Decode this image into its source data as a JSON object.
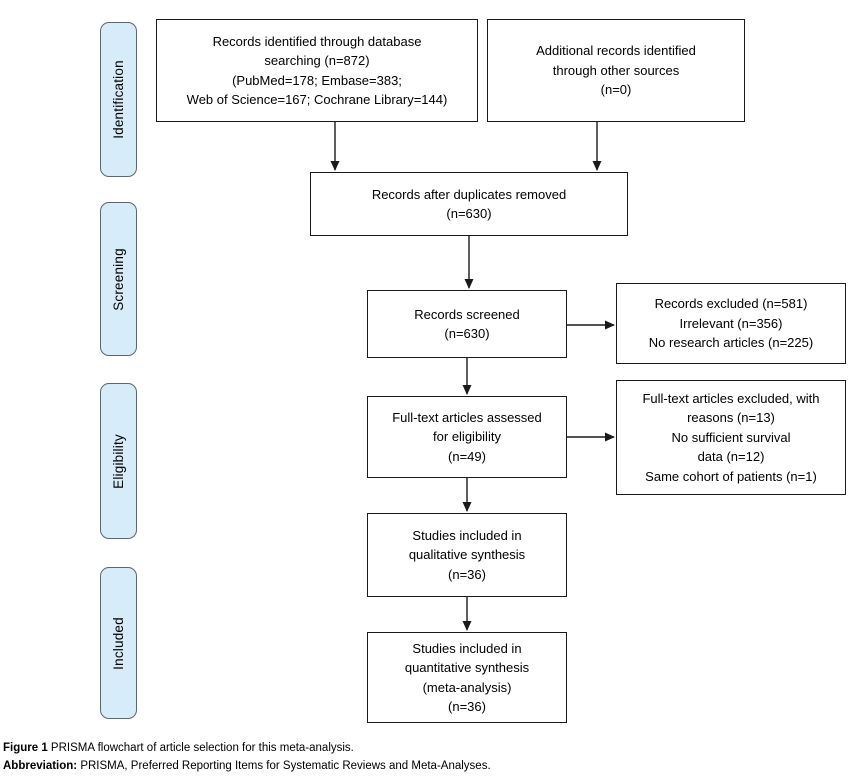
{
  "stages": [
    {
      "label": "Identification"
    },
    {
      "label": "Screening"
    },
    {
      "label": "Eligibility"
    },
    {
      "label": "Included"
    }
  ],
  "boxes": {
    "identified": "Records identified through database\nsearching (n=872)\n(PubMed=178; Embase=383;\nWeb of Science=167; Cochrane Library=144)",
    "additional": "Additional records identified\nthrough other sources\n(n=0)",
    "deduplicated": "Records after duplicates removed\n(n=630)",
    "screened": "Records screened\n(n=630)",
    "records_excluded": "Records excluded (n=581)\nIrrelevant (n=356)\nNo research articles (n=225)",
    "fulltext_assessed": "Full-text articles assessed\nfor eligibility\n(n=49)",
    "fulltext_excluded": "Full-text articles excluded, with\nreasons (n=13)\nNo sufficient survival\ndata (n=12)\nSame cohort of patients (n=1)",
    "qualitative": "Studies included in\nqualitative synthesis\n(n=36)",
    "quantitative": "Studies included in\nquantitative synthesis\n(meta-analysis)\n(n=36)"
  },
  "caption": {
    "figure_label": "Figure 1",
    "figure_text": " PRISMA flowchart of article selection for this meta-analysis.",
    "abbreviation_label": "Abbreviation:",
    "abbreviation_text": " PRISMA, Preferred Reporting Items for Systematic Reviews and Meta-Analyses."
  },
  "colors": {
    "background": "#ffffff",
    "stage_fill": "#d7ecf9",
    "stage_border": "#5b6670",
    "box_border": "#1a1a1a",
    "arrow_color": "#1a1a1a",
    "text_color": "#000000"
  }
}
